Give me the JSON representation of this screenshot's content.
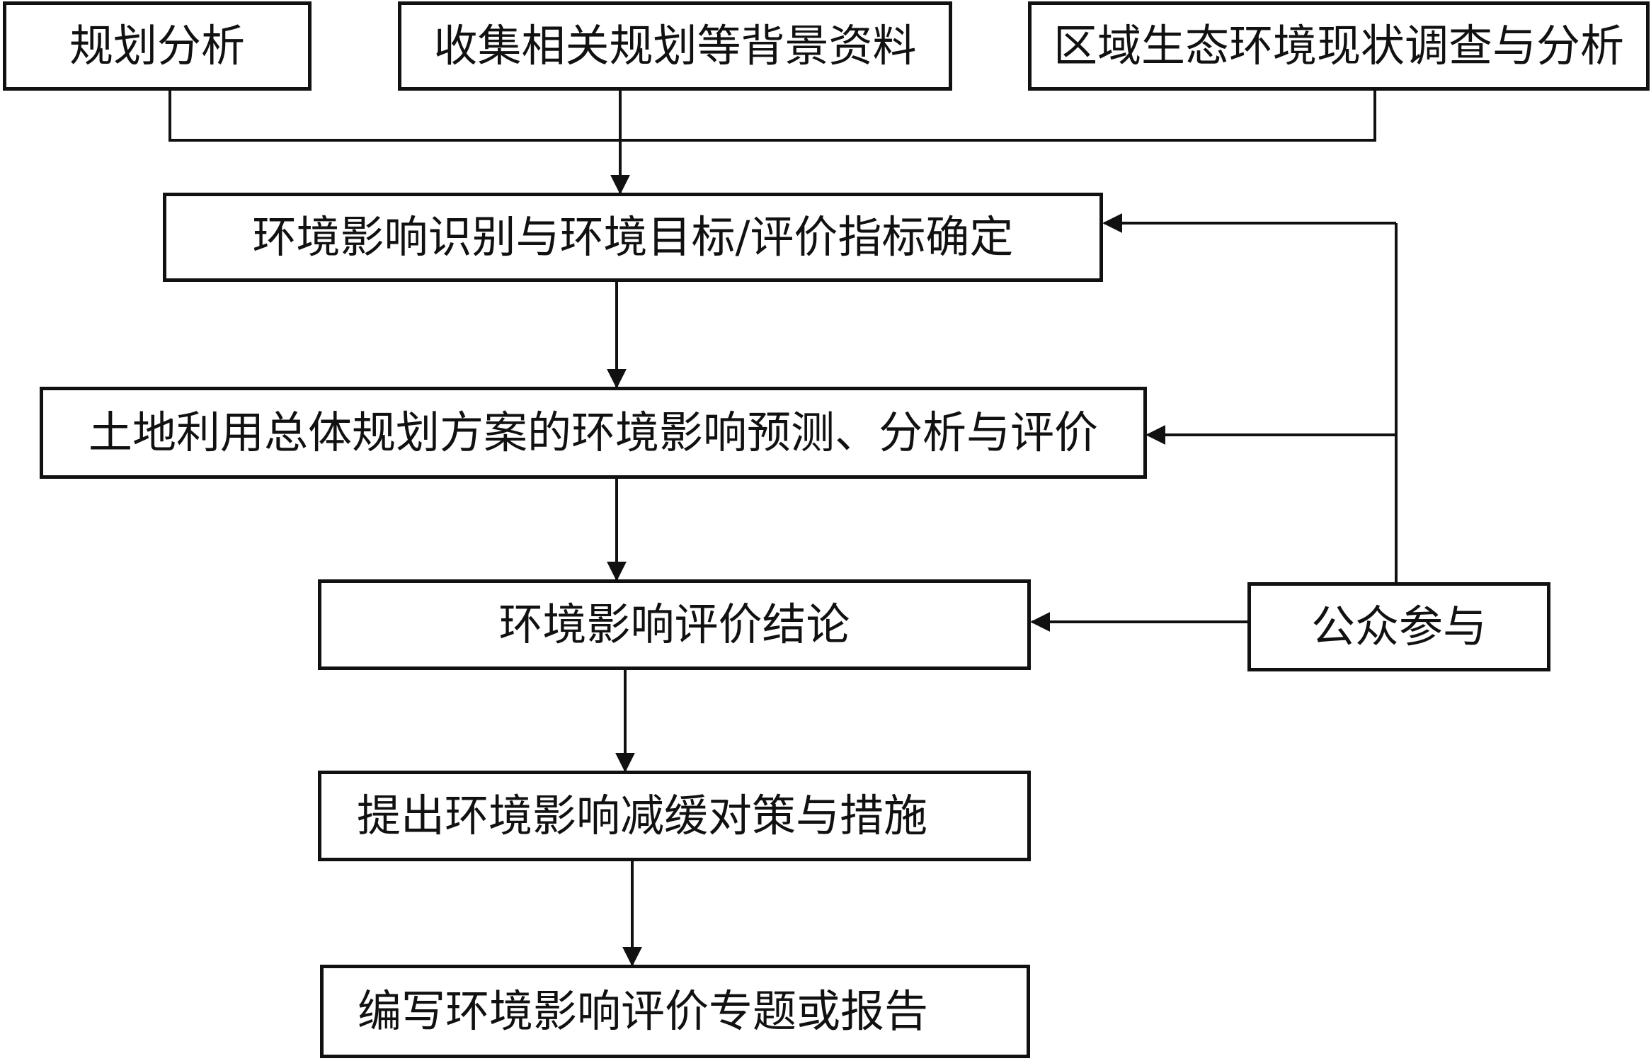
{
  "diagram": {
    "top_boxes": {
      "planning_analysis": "规划分析",
      "collect_background": "收集相关规划等背景资料",
      "eco_survey": "区域生态环境现状调查与分析"
    },
    "identify_targets": "环境影响识别与环境目标/评价指标确定",
    "prediction_eval": "土地利用总体规划方案的环境影响预测、分析与评价",
    "conclusion": "环境影响评价结论",
    "public_participation": "公众参与",
    "mitigation": "提出环境影响减缓对策与措施",
    "report": "编写环境影响评价专题或报告"
  }
}
